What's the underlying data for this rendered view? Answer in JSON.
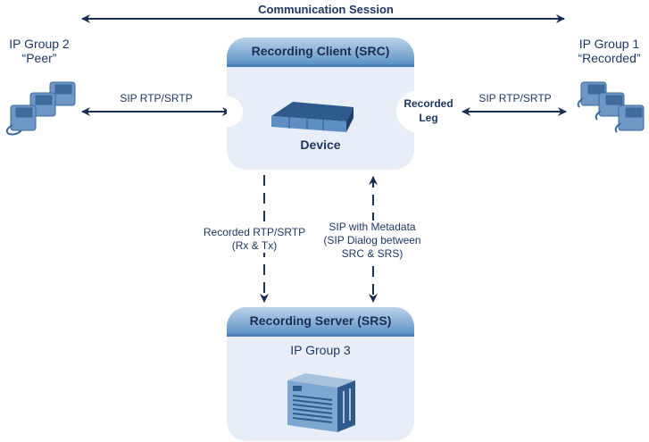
{
  "diagram": {
    "session_label": "Communication Session",
    "left_group": {
      "name": "IP Group 2",
      "role": "“Peer”",
      "icon": "desk-phones-icon"
    },
    "right_group": {
      "name": "IP Group 1",
      "role": "“Recorded”",
      "icon": "desk-phones-icon"
    },
    "left_link_label": "SIP RTP/SRTP",
    "right_link_label": "SIP RTP/SRTP",
    "src_box": {
      "title": "Recording Client  (SRC)",
      "device_label": "Device",
      "icon": "rack-device-icon",
      "recorded_leg_line1": "Recorded",
      "recorded_leg_line2": "Leg"
    },
    "media_link": {
      "line1": "Recorded RTP/SRTP",
      "line2": "(Rx & Tx)"
    },
    "signal_link": {
      "line1": "SIP with Metadata",
      "line2": "(SIP Dialog between",
      "line3": "SRC & SRS)"
    },
    "srs_box": {
      "title": "Recording Server (SRS)",
      "group_label": "IP Group 3",
      "icon": "server-icon"
    },
    "colors": {
      "arrow": "#1b2f55",
      "box_fill": "#e8eef8",
      "header_top": "#bcd3ea",
      "header_bottom": "#5e93c6",
      "icon_blue": "#3f6a9a"
    }
  }
}
